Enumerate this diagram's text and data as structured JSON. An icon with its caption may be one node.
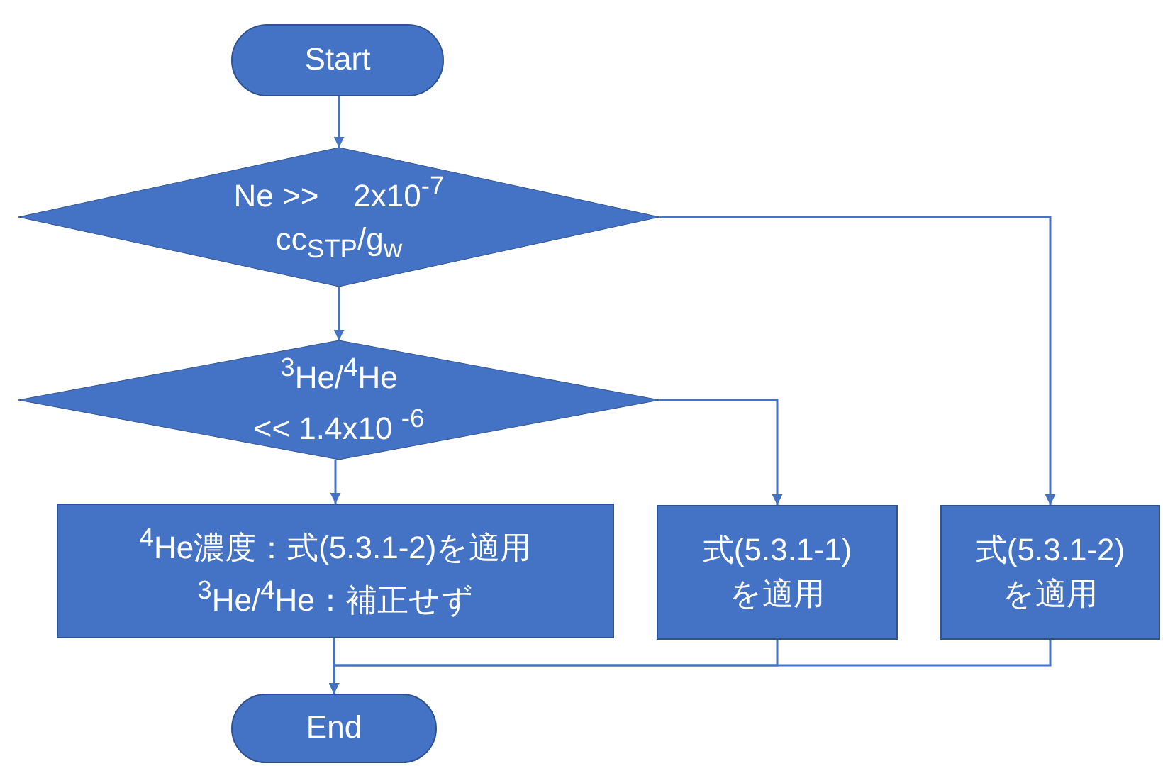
{
  "diagram": {
    "nodes": [
      {
        "text": [
          "Start"
        ]
      },
      {
        "text": [
          "Ne >>    2x10$^{-7}$",
          "cc$_{STP}$/g$_{w}$"
        ]
      },
      {
        "text": [
          "$^{3}$He/$^{4}$He",
          "<< 1.4x10 $^{-6}$"
        ]
      },
      {
        "text": [
          "$^{4}$He濃度：式(5.3.1-2)を適用",
          "$^{3}$He/$^{4}$He：補正せず"
        ]
      },
      {
        "text": [
          "式(5.3.1-1)",
          "を適用"
        ]
      },
      {
        "text": [
          "式(5.3.1-2)",
          "を適用"
        ]
      },
      {
        "text": [
          "End"
        ]
      }
    ],
    "edges": [
      {
        "from": 0,
        "to": 1,
        "arrow": "to"
      },
      {
        "from": 1,
        "to": 2,
        "arrow": "to"
      },
      {
        "from": 1,
        "to": 5,
        "arrow": "to"
      },
      {
        "from": 2,
        "to": 3,
        "arrow": "to"
      },
      {
        "from": 2,
        "to": 4,
        "arrow": "to"
      },
      {
        "from": 3,
        "to": 6,
        "arrow": "to"
      },
      {
        "from": 4,
        "to": 6,
        "arrow": "to"
      },
      {
        "from": 5,
        "to": 6,
        "arrow": "to"
      }
    ]
  }
}
